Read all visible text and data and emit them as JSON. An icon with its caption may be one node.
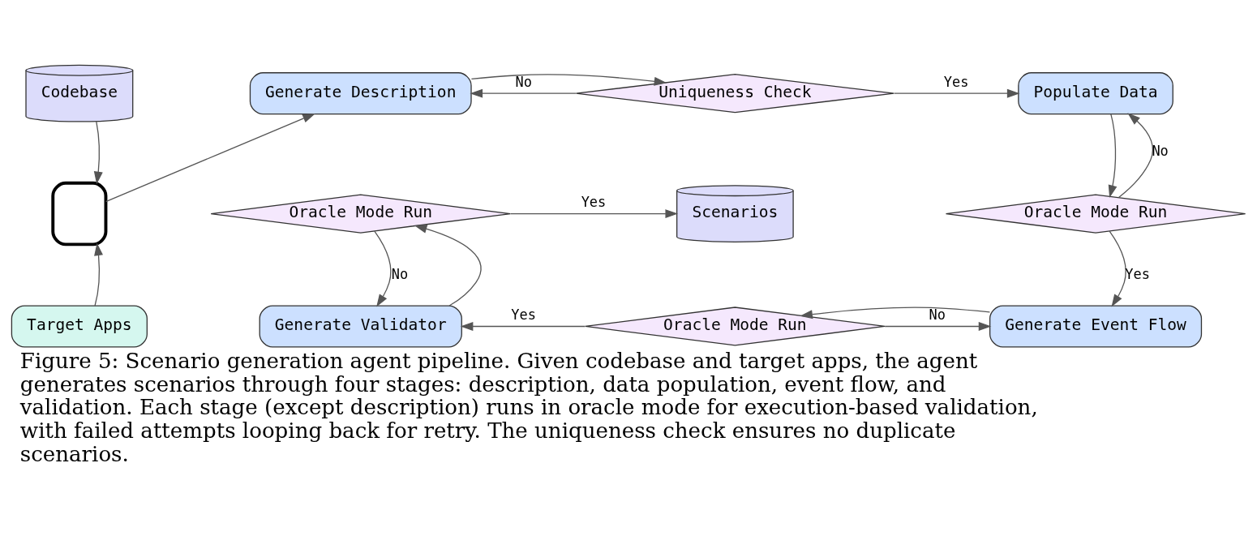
{
  "diagram": {
    "caption": "Figure 5: Scenario generation agent pipeline. Given codebase and target apps, the agent generates scenarios through four stages: description, data population, event flow, and validation. Each stage (except description) runs in oracle mode for execution-based validation, with failed attempts looping back for retry. The uniqueness check ensures no duplicate scenarios.",
    "nodes": [
      {
        "text": [
          "Codebase"
        ]
      },
      {
        "text": [],
        "shape": "box"
      },
      {
        "text": [
          "Target Apps"
        ]
      },
      {
        "text": [
          "Generate Description"
        ]
      },
      {
        "text": [
          "Uniqueness Check"
        ]
      },
      {
        "text": [
          "Populate Data"
        ]
      },
      {
        "text": [
          "Oracle Mode Run"
        ]
      },
      {
        "text": [
          "Generate Event Flow"
        ]
      },
      {
        "text": [
          "Oracle Mode Run"
        ]
      },
      {
        "text": [
          "Generate Validator"
        ]
      },
      {
        "text": [
          "Oracle Mode Run"
        ]
      },
      {
        "text": [
          "Scenarios"
        ]
      }
    ],
    "edges": [
      {
        "from": 0,
        "to": 1,
        "arrow": "to"
      },
      {
        "from": 2,
        "to": 1,
        "arrow": "to"
      },
      {
        "from": 1,
        "to": 3,
        "arrow": "to"
      },
      {
        "from": 3,
        "to": 4,
        "arrow": "to"
      },
      {
        "from": 4,
        "to": 5,
        "arrow": "to",
        "label": "Yes"
      },
      {
        "from": 4,
        "to": 3,
        "arrow": "to",
        "label": "No"
      },
      {
        "from": 5,
        "to": 6,
        "arrow": "to"
      },
      {
        "from": 6,
        "to": 5,
        "arrow": "to",
        "label": "No"
      },
      {
        "from": 6,
        "to": 7,
        "arrow": "to",
        "label": "Yes"
      },
      {
        "from": 7,
        "to": 8,
        "arrow": "to"
      },
      {
        "from": 8,
        "to": 9,
        "arrow": "to",
        "label": "Yes"
      },
      {
        "from": 8,
        "to": 7,
        "arrow": "to",
        "label": "No"
      },
      {
        "from": 9,
        "to": 10,
        "arrow": "to"
      },
      {
        "from": 10,
        "to": 11,
        "arrow": "to",
        "label": "Yes"
      },
      {
        "from": 10,
        "to": 9,
        "arrow": "to",
        "label": "No"
      }
    ]
  }
}
